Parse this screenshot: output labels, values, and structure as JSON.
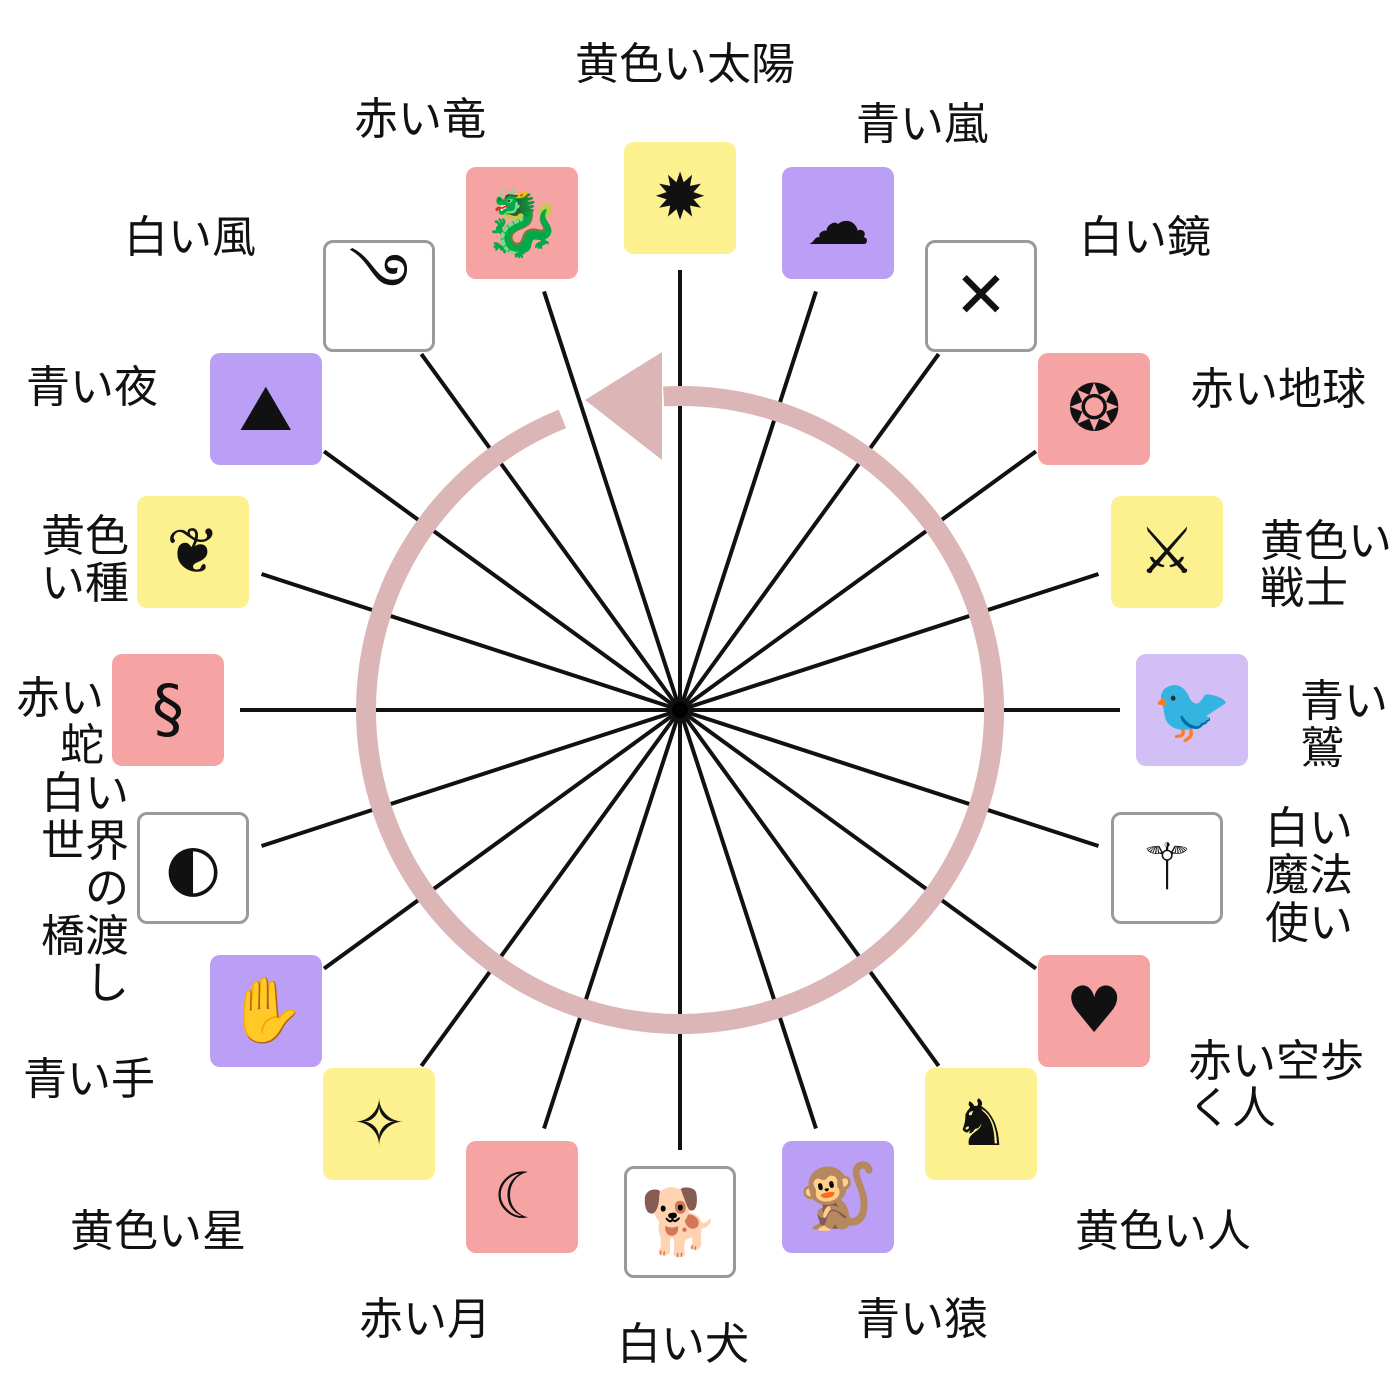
{
  "colors": {
    "red": "#f6a3a3",
    "yellow": "#fdf08f",
    "blue": "#bb9ef5",
    "blue_light": "#d2bff6",
    "white": "#ffffff",
    "arrow": "#dcb6b6",
    "spoke": "#111111"
  },
  "seals": [
    {
      "name": "黄色い太陽",
      "color": "yellow",
      "icon": "sun-icon",
      "glyph": "✹"
    },
    {
      "name": "青い嵐",
      "color": "blue",
      "icon": "storm-icon",
      "glyph": "☁"
    },
    {
      "name": "白い鏡",
      "color": "white",
      "icon": "mirror-icon",
      "glyph": "✕"
    },
    {
      "name": "赤い地球",
      "color": "red",
      "icon": "earth-icon",
      "glyph": "❂"
    },
    {
      "name": "黄色い戦士",
      "color": "yellow",
      "icon": "warrior-spears-icon",
      "glyph": "⚔"
    },
    {
      "name": "青い鷲",
      "color": "blue_light",
      "icon": "eagle-icon",
      "glyph": "🐦"
    },
    {
      "name": "白い魔法使い",
      "lines": [
        "白い",
        "魔法使い"
      ],
      "color": "white",
      "icon": "wizard-wand-icon",
      "glyph": "⚚"
    },
    {
      "name": "赤い空歩く人",
      "color": "red",
      "icon": "skywalker-icon",
      "glyph": "♥"
    },
    {
      "name": "黄色い人",
      "color": "yellow",
      "icon": "human-icon",
      "glyph": "♞"
    },
    {
      "name": "青い猿",
      "color": "blue",
      "icon": "monkey-icon",
      "glyph": "🐒"
    },
    {
      "name": "白い犬",
      "color": "white",
      "icon": "dog-icon",
      "glyph": "🐕"
    },
    {
      "name": "赤い月",
      "color": "red",
      "icon": "moon-icon",
      "glyph": "☾"
    },
    {
      "name": "黄色い星",
      "color": "yellow",
      "icon": "star-icon",
      "glyph": "✧"
    },
    {
      "name": "青い手",
      "color": "blue",
      "icon": "hand-icon",
      "glyph": "✋"
    },
    {
      "name": "白い世界の橋渡し",
      "lines": [
        "白い世界の",
        "橋渡し"
      ],
      "color": "white",
      "icon": "worldbridger-icon",
      "glyph": "◐"
    },
    {
      "name": "赤い蛇",
      "color": "red",
      "icon": "serpent-icon",
      "glyph": "§"
    },
    {
      "name": "黄色い種",
      "color": "yellow",
      "icon": "seed-icon",
      "glyph": "❦"
    },
    {
      "name": "青い夜",
      "color": "blue",
      "icon": "night-icon",
      "glyph": "⛰"
    },
    {
      "name": "白い風",
      "color": "white",
      "icon": "wind-icon",
      "glyph": "࿓"
    },
    {
      "name": "赤い竜",
      "color": "red",
      "icon": "dragon-icon",
      "glyph": "🐉"
    }
  ]
}
